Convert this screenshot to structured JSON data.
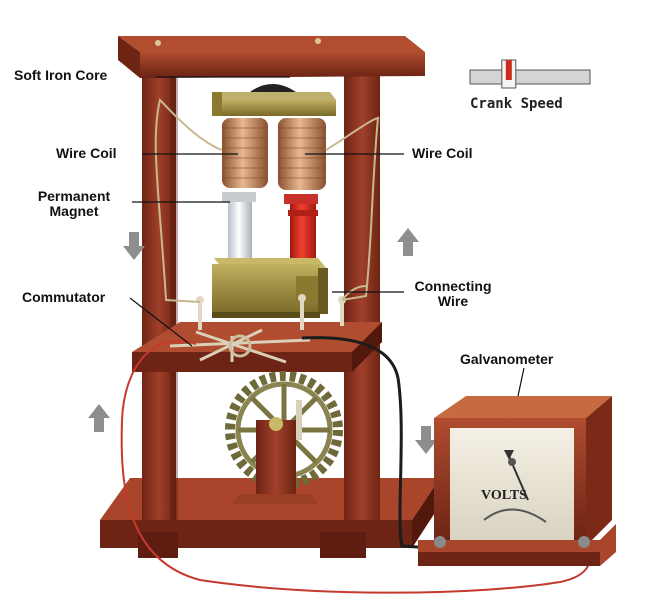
{
  "labels": {
    "soft_iron_core": "Soft Iron Core",
    "wire_coil_left": "Wire Coil",
    "wire_coil_right": "Wire Coil",
    "permanent_magnet_line1": "Permanent",
    "permanent_magnet_line2": "Magnet",
    "commutator": "Commutator",
    "connecting_wire_line1": "Connecting",
    "connecting_wire_line2": "Wire",
    "galvanometer": "Galvanometer",
    "volts": "VOLTS"
  },
  "crank": {
    "label": "Crank Speed",
    "value_fraction": 0.3
  },
  "colors": {
    "wood": "#8a2f1c",
    "wood_dark": "#5e1d10",
    "wood_light": "#a8452a",
    "copper": "#c8875a",
    "red_magnet": "#d82a1f",
    "brass": "#9b8a38",
    "arrow": "#8e8e8e",
    "wire_red": "#c43a2e"
  }
}
